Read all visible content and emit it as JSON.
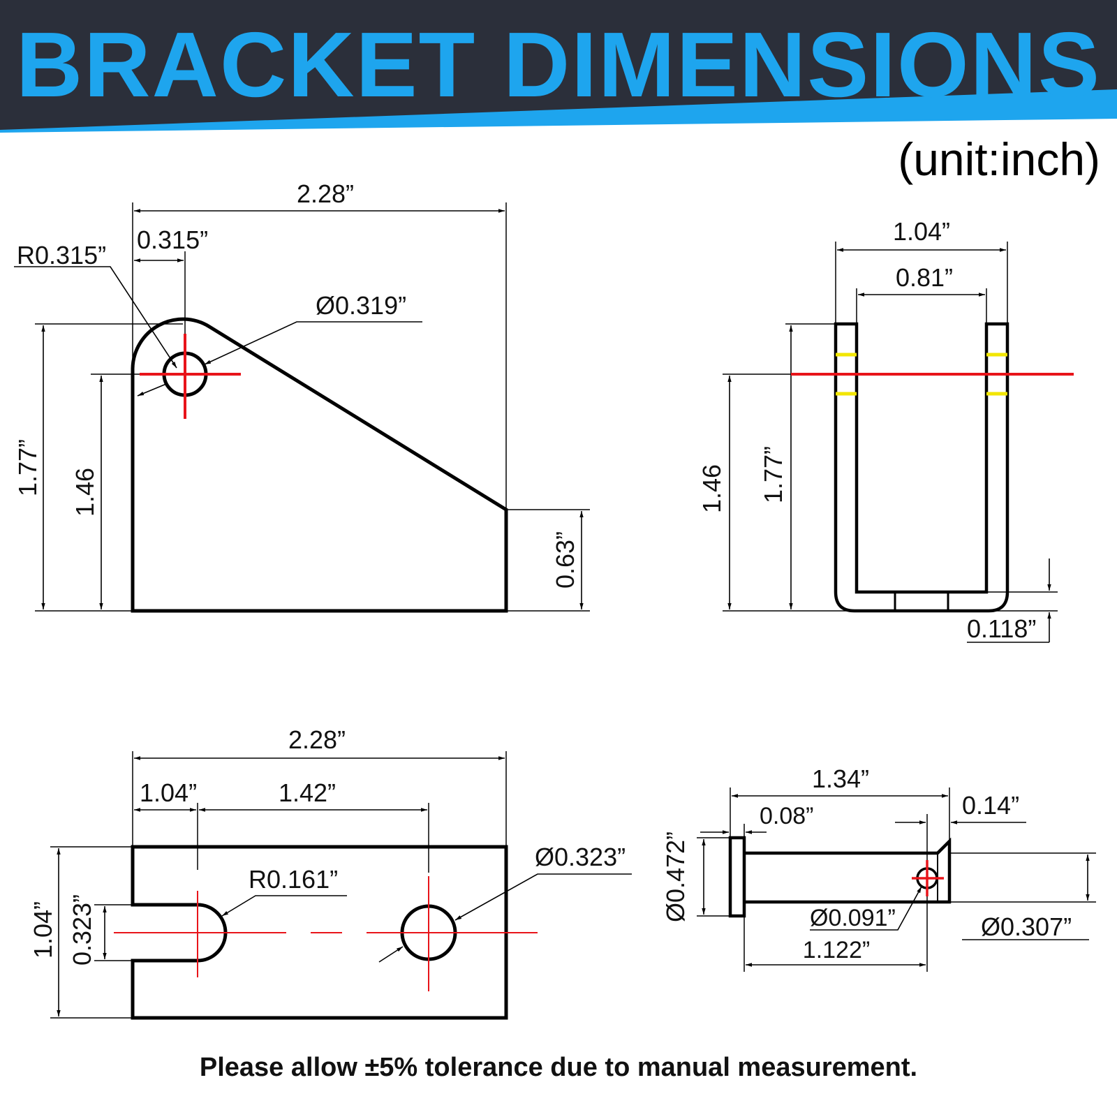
{
  "colors": {
    "header_bg": "#2b2f3a",
    "accent": "#1ea5ee",
    "title": "#1ea5ee",
    "centerline": "#e8141a",
    "marker": "#f2e600",
    "line": "#000000"
  },
  "header": {
    "title": "BRACKET DIMENSIONS",
    "unit": "(unit:inch)"
  },
  "side_view": {
    "width": "2.28”",
    "tab": "0.315”",
    "radius": "R0.315”",
    "hole": "Ø0.319”",
    "height": "1.77”",
    "hole_height": "1.46",
    "low_height": "0.63”"
  },
  "front_view": {
    "outer_width": "1.04”",
    "inner_width": "0.81”",
    "hole_height": "1.46",
    "height": "1.77”",
    "thickness": "0.118”"
  },
  "top_view": {
    "length": "2.28”",
    "slot_center": "1.04”",
    "hole_spacing": "1.42”",
    "slot_radius": "R0.161”",
    "hole": "Ø0.323”",
    "width": "1.04”",
    "slot_width": "0.323”"
  },
  "pin": {
    "length": "1.34”",
    "head_thickness": "0.08”",
    "end_offset": "0.14”",
    "head_diameter": "Ø0.472”",
    "cross_hole": "Ø0.091”",
    "shaft_diameter": "Ø0.307”",
    "hole_position": "1.122”"
  },
  "footer": {
    "note": "Please allow ±5% tolerance due to manual measurement."
  }
}
